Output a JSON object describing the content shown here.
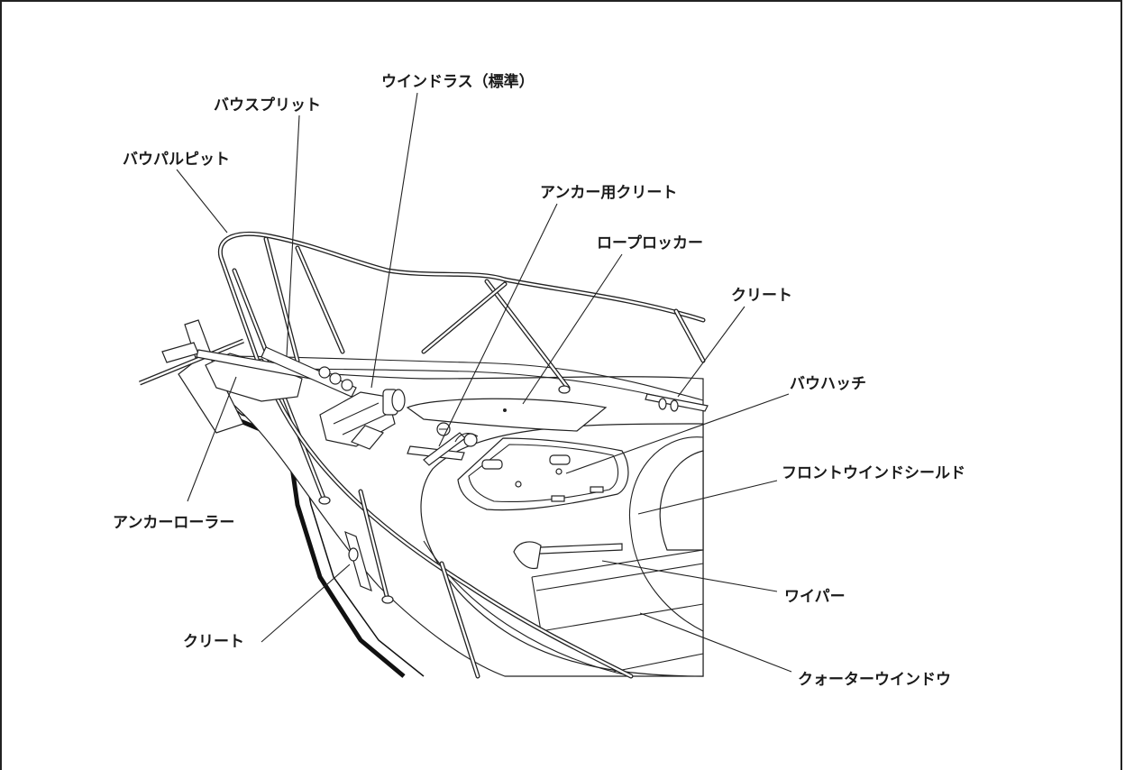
{
  "labels": {
    "windlass": "ウインドラス（標準）",
    "bowsprit": "バウスプリット",
    "bow_pulpit": "バウパルピット",
    "anchor_cleat": "アンカー用クリート",
    "rope_locker": "ロープロッカー",
    "cleat_right": "クリート",
    "bow_hatch": "バウハッチ",
    "front_windshield": "フロントウインドシールド",
    "anchor_roller": "アンカーローラー",
    "wiper": "ワイパー",
    "cleat_left": "クリート",
    "quarter_window": "クォーターウインドウ"
  }
}
